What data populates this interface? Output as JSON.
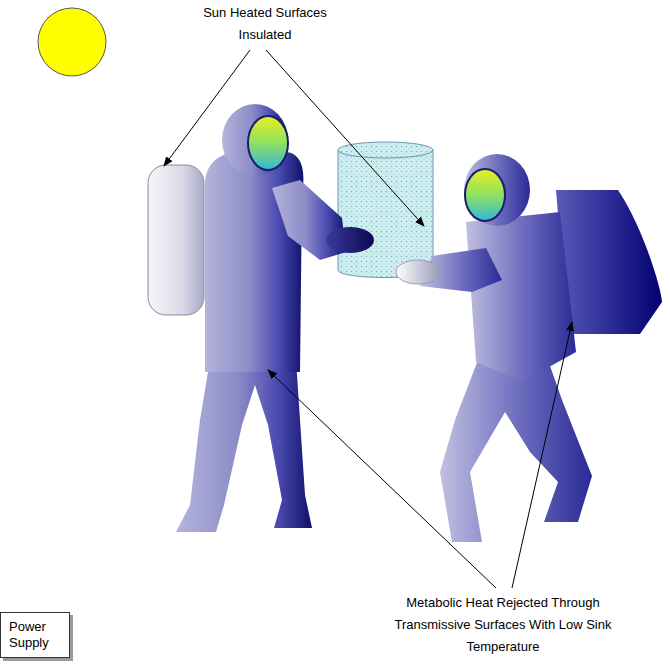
{
  "diagram": {
    "nodes": [
      {
        "text": [
          "Power Supply"
        ]
      }
    ],
    "labels": [
      "Sun Heated Surfaces Insulated",
      "Metabolic Heat Rejected Through Transmissive Surfaces With Low Sink Temperature"
    ]
  }
}
